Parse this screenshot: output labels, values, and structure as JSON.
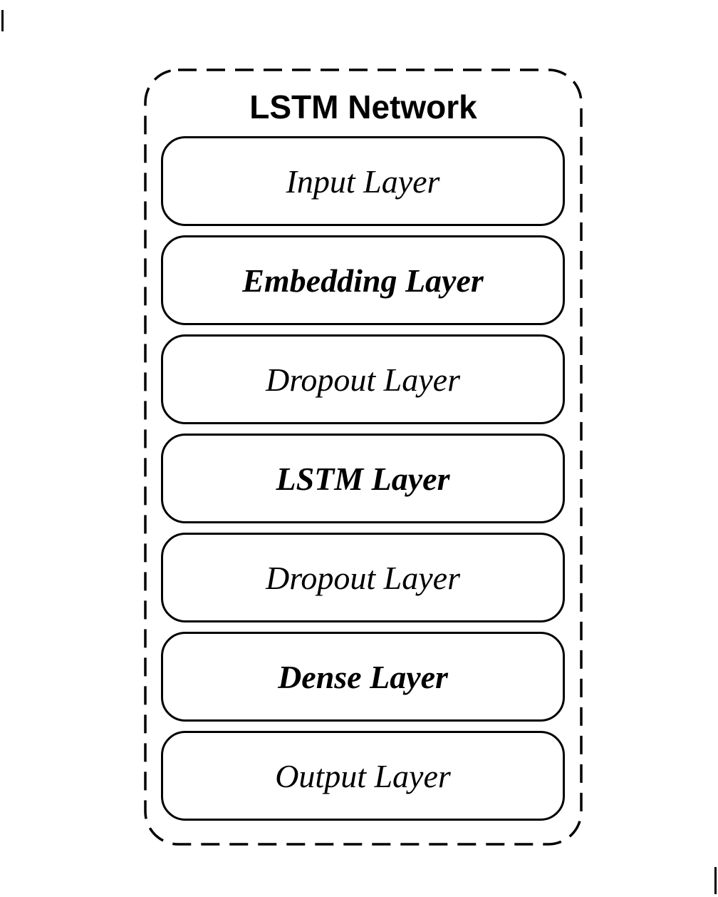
{
  "diagram": {
    "title": "LSTM Network",
    "layers": [
      {
        "label": "Input Layer",
        "emphasis": "normal"
      },
      {
        "label": "Embedding Layer",
        "emphasis": "bold"
      },
      {
        "label": "Dropout Layer",
        "emphasis": "normal"
      },
      {
        "label": "LSTM Layer",
        "emphasis": "bold"
      },
      {
        "label": "Dropout Layer",
        "emphasis": "normal"
      },
      {
        "label": "Dense Layer",
        "emphasis": "bold"
      },
      {
        "label": "Output Layer",
        "emphasis": "normal"
      }
    ],
    "colors": {
      "stroke": "#000000",
      "background": "#ffffff"
    }
  }
}
